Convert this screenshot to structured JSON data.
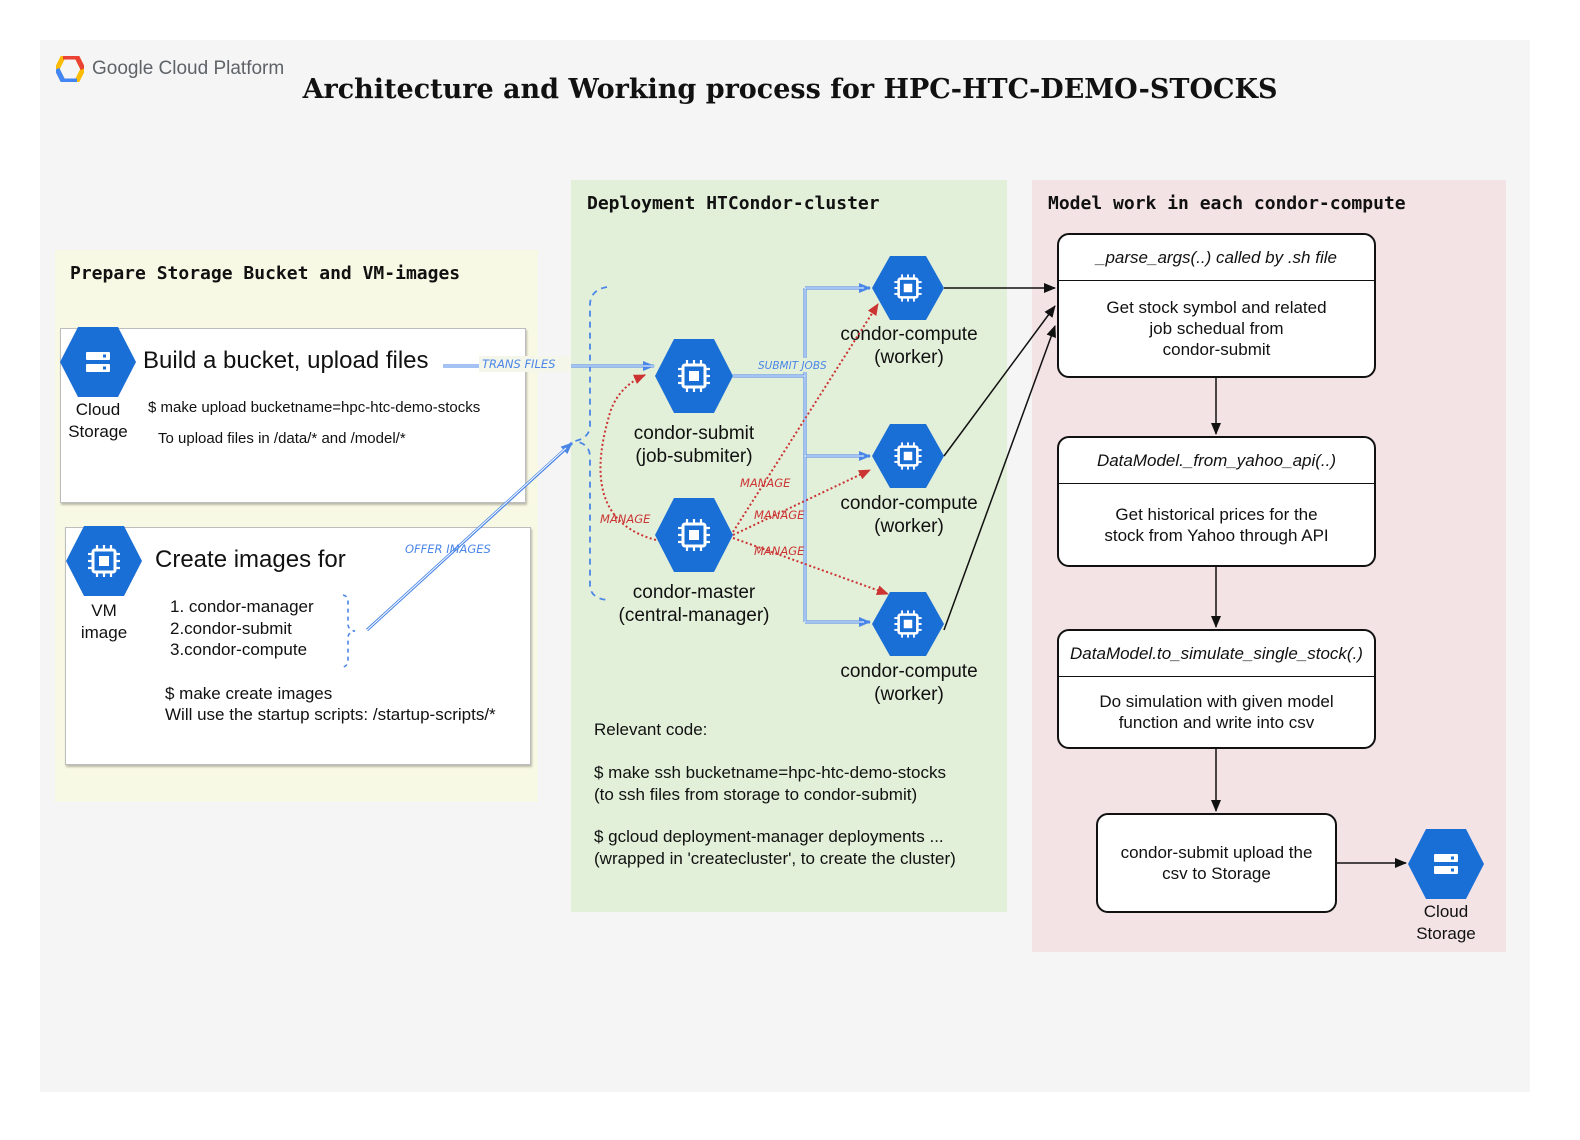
{
  "logo": {
    "brand": "Google Cloud Platform"
  },
  "title": "Architecture and Working process for HPC-HTC-DEMO-STOCKS",
  "colors": {
    "gcp_blue": "#1a6fd6",
    "arrow_blue": "#4a86e8",
    "manage_red": "#cc3333"
  },
  "prepare": {
    "title": "Prepare Storage Bucket and VM-images",
    "bucket": {
      "icon": "cloud-storage-icon",
      "icon_label_1": "Cloud",
      "icon_label_2": "Storage",
      "heading": "Build a bucket, upload files",
      "command": "$ make upload bucketname=hpc-htc-demo-stocks",
      "note": "To upload files in /data/* and /model/*"
    },
    "images": {
      "icon": "vm-image-icon",
      "icon_label_1": "VM",
      "icon_label_2": "image",
      "heading": "Create images for",
      "items": [
        "1. condor-manager",
        "2.condor-submit",
        "3.condor-compute"
      ],
      "command": "$ make create images",
      "note": "Will use the startup scripts: /startup-scripts/*"
    }
  },
  "deploy": {
    "title": "Deployment HTCondor-cluster",
    "submit_label_1": "condor-submit",
    "submit_label_2": "(job-submiter)",
    "master_label_1": "condor-master",
    "master_label_2": "(central-manager)",
    "compute_label_1": "condor-compute",
    "compute_label_2": "(worker)",
    "code_title": "Relevant code:",
    "code_1": "$ make ssh bucketname=hpc-htc-demo-stocks",
    "code_1_note": "(to ssh files from storage to condor-submit)",
    "code_2": "$ gcloud deployment-manager deployments ...",
    "code_2_note": "(wrapped in 'createcluster', to create the cluster)"
  },
  "edges": {
    "trans_files": "TRANS FILES",
    "offer_images": "OFFER IMAGES",
    "submit_jobs": "SUBMIT JOBS",
    "manage": "MANAGE"
  },
  "model": {
    "title": "Model work in each condor-compute",
    "boxes": [
      {
        "head": "_parse_args(..) called by .sh file",
        "body": [
          "Get stock symbol and related",
          "job schedual from",
          "condor-submit"
        ]
      },
      {
        "head": "DataModel._from_yahoo_api(..)",
        "body": [
          "Get historical prices for the",
          "stock from Yahoo through API"
        ]
      },
      {
        "head": "DataModel.to_simulate_single_stock(.)",
        "body": [
          "Do simulation with given model",
          "function and write into csv"
        ]
      }
    ],
    "upload": [
      "condor-submit upload the",
      "csv to Storage"
    ],
    "storage_label_1": "Cloud",
    "storage_label_2": "Storage"
  }
}
